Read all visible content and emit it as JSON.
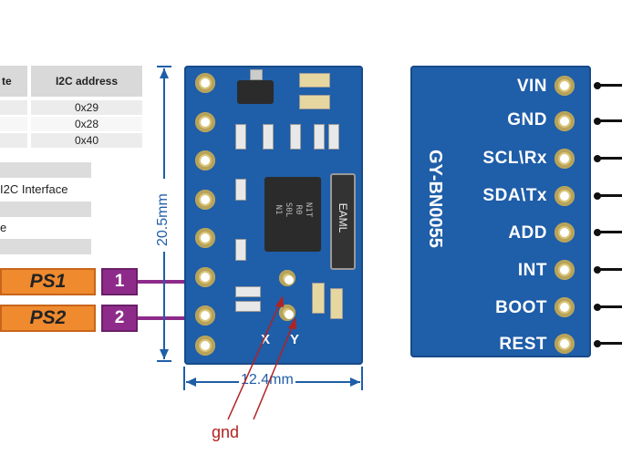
{
  "address_table": {
    "headers": [
      "te",
      "I2C address"
    ],
    "rows": [
      "0x29",
      "0x28",
      "0x40"
    ]
  },
  "side_labels": [
    "I2C Interface",
    "e"
  ],
  "ps_labels": [
    {
      "label": "PS1",
      "number": "1"
    },
    {
      "label": "PS2",
      "number": "2"
    }
  ],
  "dimensions": {
    "height": "20.5mm",
    "width": "12.4mm"
  },
  "chip_marking": [
    "N1T",
    "R0",
    "S0L",
    "N1"
  ],
  "crystal_marking": "EAML",
  "axis_labels": {
    "x": "X",
    "y": "Y"
  },
  "board_name": "GY-BN0055",
  "pins": [
    "VIN",
    "GND",
    "SCL\\Rx",
    "SDA\\Tx",
    "ADD",
    "INT",
    "BOOT",
    "REST"
  ],
  "annotation": "gnd",
  "colors": {
    "board": "#1f5ea8",
    "ps_box": "#ef8a2e",
    "number_box": "#8e2b8a",
    "dimension": "#1f5ea8",
    "annotation": "#b22222"
  }
}
